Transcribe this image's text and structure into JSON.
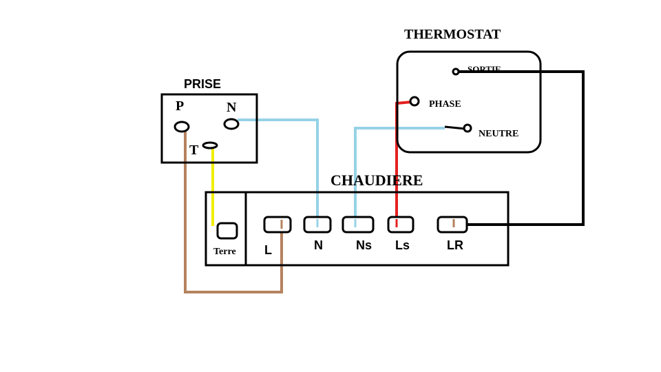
{
  "diagram": {
    "prise": {
      "title": "PRISE",
      "p_label": "P",
      "n_label": "N",
      "t_label": "T"
    },
    "thermostat": {
      "title": "THERMOSTAT",
      "sortie_label": "SORTIE",
      "phase_label": "PHASE",
      "neutre_label": "NEUTRE"
    },
    "chaudiere": {
      "title": "CHAUDIERE",
      "terre_label": "Terre",
      "terminals": [
        "L",
        "N",
        "Ns",
        "Ls",
        "LR"
      ]
    },
    "colors": {
      "outline": "#000000",
      "earth_wire": "#f2ee00",
      "live_wire": "#b5825e",
      "neutral_wire": "#96d2e6",
      "phase_wire": "#e52020",
      "return_wire": "#000000"
    }
  }
}
